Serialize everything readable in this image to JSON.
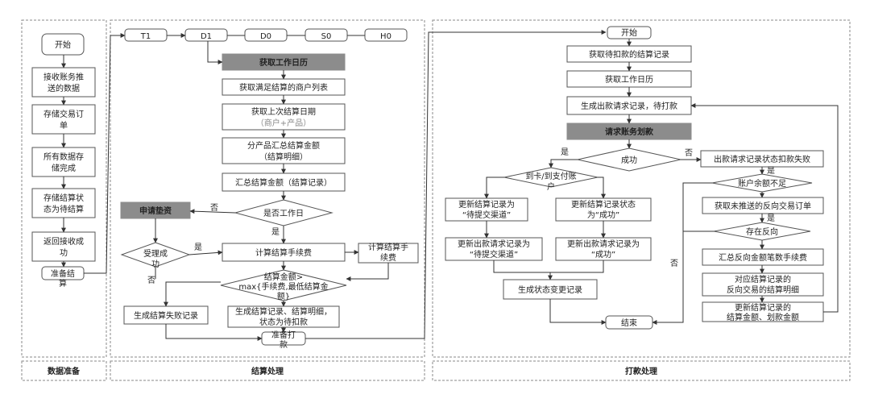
{
  "lanes": {
    "prep": "数据准备",
    "settle": "结算处理",
    "pay": "打款处理"
  },
  "prep": {
    "start": "开始",
    "recv_1": "接收账务推",
    "recv_2": "送的数据",
    "store_1": "存储交易订",
    "store_2": "单",
    "done_1": "所有数据存",
    "done_2": "储完成",
    "status_1": "存储结算状",
    "status_2": "态为待结算",
    "ret_1": "返回接收成",
    "ret_2": "功",
    "ready_1": "准备结",
    "ready_2": "算"
  },
  "settle": {
    "days": [
      "T1",
      "D1",
      "D0",
      "S0",
      "H0"
    ],
    "get_cal": "获取工作日历",
    "get_merchants": "获取满足结算的商户列表",
    "last_date_1": "获取上次结算日期",
    "last_date_2": "（商户+产品）",
    "sum_prod_1": "分产品汇总结算金额",
    "sum_prod_2": "（结算明细）",
    "sum_total": "汇总结算金额（结算记录）",
    "is_workday": "是否工作日",
    "apply_advance": "申请垫资",
    "accepted_1": "受理成",
    "accepted_2": "功",
    "calc_fee": "计算结算手续费",
    "calc_fee2_1": "计算结算手",
    "calc_fee2_2": "续费",
    "amount_1": "结算金额>",
    "amount_2": "max{手续费,最低结算金",
    "amount_3": "额}",
    "fail_rec": "生成结算失败记录",
    "gen_1": "生成结算记录、结算明细，",
    "gen_2": "状态为待扣款",
    "prep_pay_1": "准备打",
    "prep_pay_2": "款",
    "yes": "是",
    "no": "否"
  },
  "pay": {
    "start": "开始",
    "get_pending": "获取待扣款的结算记录",
    "get_cal": "获取工作日历",
    "gen_request": "生成出款请求记录，待打款",
    "request_transfer": "请求账务划款",
    "success": "成功",
    "to_card_1": "到卡/到支付账",
    "to_card_2": "户",
    "upd_wait_1": "更新结算记录为",
    "upd_wait_2": "“待提交渠道”",
    "upd_succ_1": "更新结算记录状态",
    "upd_succ_2": "为“成功”",
    "req_wait_1": "更新出款请求记录为",
    "req_wait_2": "“待提交渠道”",
    "req_succ_1": "更新出款请求记录为",
    "req_succ_2": "“成功”",
    "gen_status": "生成状态变更记录",
    "end": "结束",
    "fail": "出款请求记录状态扣款失败",
    "insufficient": "账户余额不足",
    "get_reverse": "获取未推送的反向交易订单",
    "has_reverse": "存在反向",
    "sum_reverse": "汇总反向金额笔数手续费",
    "link_1": "对应结算记录的",
    "link_2": "反向交易的结算明细",
    "update_1": "更新结算记录的",
    "update_2": "结算金额、划款金额",
    "yes": "是",
    "no": "否"
  }
}
